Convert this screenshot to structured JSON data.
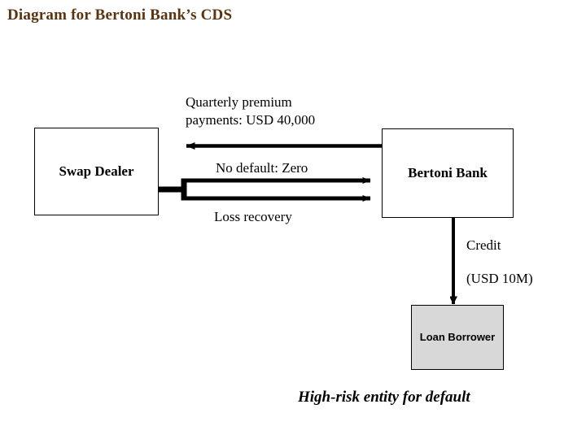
{
  "slide": {
    "title": "Diagram for Bertoni Bank’s CDS",
    "title_color": "#5a3310",
    "background_color": "#ffffff"
  },
  "nodes": [
    {
      "id": "swap-dealer",
      "label": "Swap Dealer",
      "fill": "#ffffff",
      "border": "#000000"
    },
    {
      "id": "bertoni-bank",
      "label": "Bertoni Bank",
      "fill": "#ffffff",
      "border": "#000000"
    },
    {
      "id": "loan-borrower",
      "label": "Loan\nBorrower",
      "fill": "#d8d8d8",
      "border": "#000000"
    }
  ],
  "captions": {
    "premium": "Quarterly premium\npayments: USD 40,000",
    "no_default": "No default: Zero",
    "loss_recovery": "Loss recovery",
    "credit": "Credit",
    "credit_amount": "(USD 10M)",
    "footer": "High-risk entity for default"
  },
  "arrows": [
    {
      "name": "premium-payment-arrow",
      "from": "bertoni-bank",
      "to": "swap-dealer",
      "direction": "left",
      "label": "Quarterly premium payments: USD 40,000"
    },
    {
      "name": "no-default-arrow",
      "from": "swap-dealer",
      "to": "bertoni-bank",
      "direction": "right",
      "label": "No default: Zero"
    },
    {
      "name": "loss-recovery-arrow",
      "from": "swap-dealer",
      "to": "bertoni-bank",
      "direction": "right",
      "label": "Loss recovery"
    },
    {
      "name": "credit-arrow",
      "from": "bertoni-bank",
      "to": "loan-borrower",
      "direction": "down",
      "label": "Credit (USD 10M)"
    }
  ]
}
